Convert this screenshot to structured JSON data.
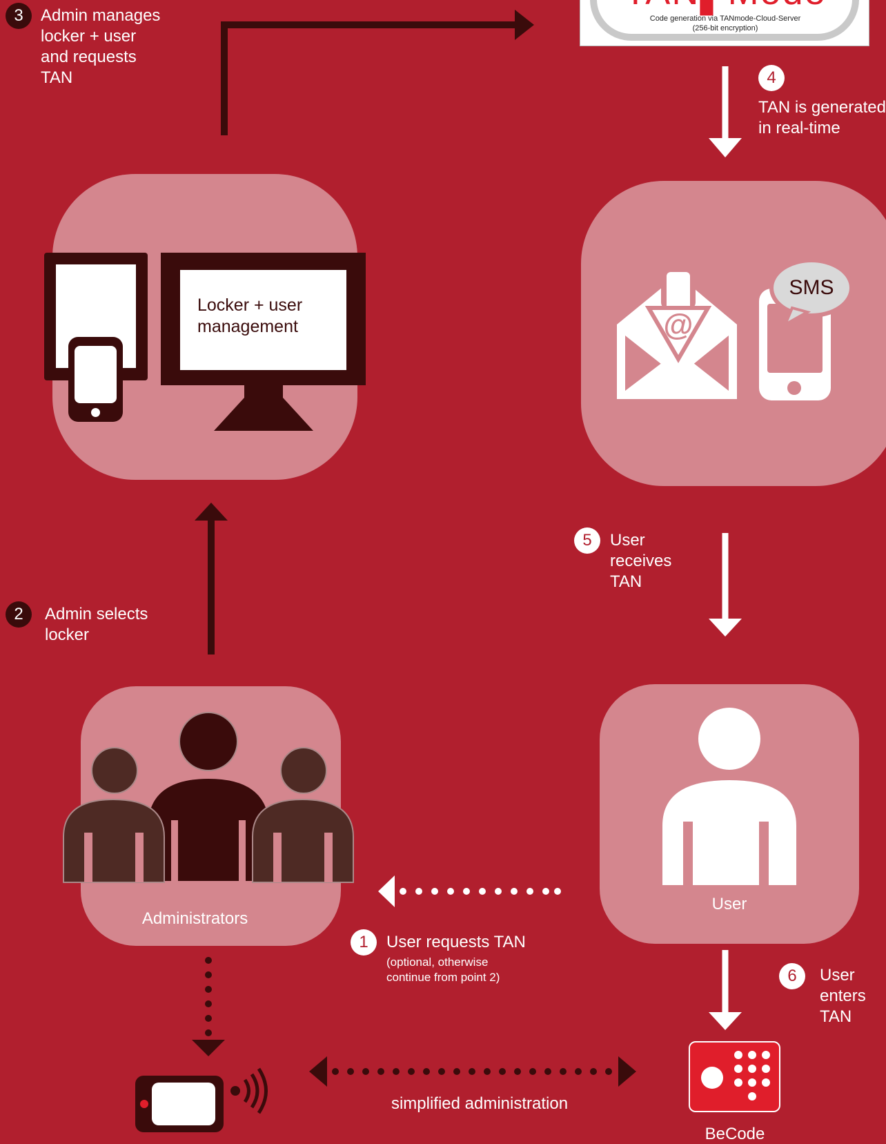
{
  "server": {
    "logo_text": "TAN▌Mode",
    "caption_line1": "Code generation via TANmode-Cloud-Server",
    "caption_line2": "(256-bit encryption)"
  },
  "management": {
    "screen_line1": "Locker + user",
    "screen_line2": "management"
  },
  "delivery": {
    "sms_label": "SMS",
    "email_symbol": "@"
  },
  "administrators": {
    "label": "Administrators"
  },
  "user": {
    "label": "User"
  },
  "steps": [
    {
      "number": "1",
      "line1": "User requests TAN",
      "note1": "(optional, otherwise",
      "note2": "continue from point 2)"
    },
    {
      "number": "2",
      "line1": "Admin selects",
      "line2": "locker"
    },
    {
      "number": "3",
      "line1": "Admin manages",
      "line2": "locker + user",
      "line3": "and requests",
      "line4": "TAN"
    },
    {
      "number": "4",
      "line1": "TAN is generated",
      "line2": "in real-time"
    },
    {
      "number": "5",
      "line1": "User",
      "line2": "receives",
      "line3": "TAN"
    },
    {
      "number": "6",
      "line1": "User",
      "line2": "enters",
      "line3": "TAN"
    }
  ],
  "bottom": {
    "link_label": "simplified administration",
    "becode_label": "BeCode"
  },
  "colors": {
    "background": "#b11f2e",
    "tile": "#d4868e",
    "dark": "#3a0b0b",
    "person_side": "#4e2a24",
    "white": "#ffffff",
    "becode_red": "#e01e2b"
  }
}
